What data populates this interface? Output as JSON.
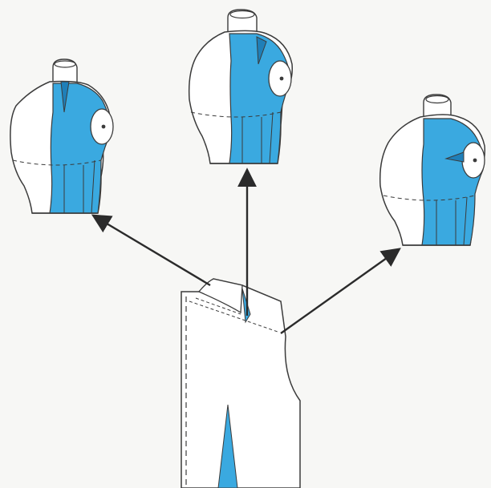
{
  "colors": {
    "background": "#f7f7f5",
    "fabric_blue": "#3aa9e0",
    "outline": "#3b3b3b",
    "arrow": "#2b2b2b",
    "paper": "#ffffff"
  },
  "icons": [
    "dress-form-icon",
    "arrow-icon",
    "dart-icon"
  ],
  "figures": [
    {
      "id": "left",
      "variant": "neck-dart"
    },
    {
      "id": "center",
      "variant": "shoulder-dart"
    },
    {
      "id": "right",
      "variant": "armhole-dart"
    }
  ]
}
